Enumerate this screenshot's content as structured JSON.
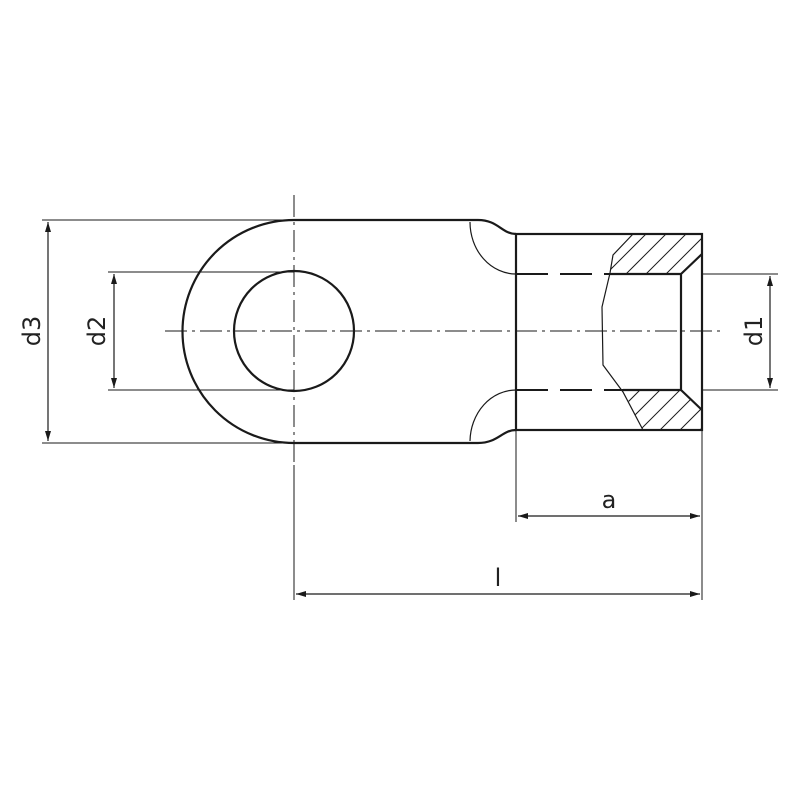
{
  "labels": {
    "d3": "d3",
    "d2": "d2",
    "d1": "d1",
    "a": "a",
    "l": "l"
  },
  "colors": {
    "stroke": "#1a1a1a"
  }
}
